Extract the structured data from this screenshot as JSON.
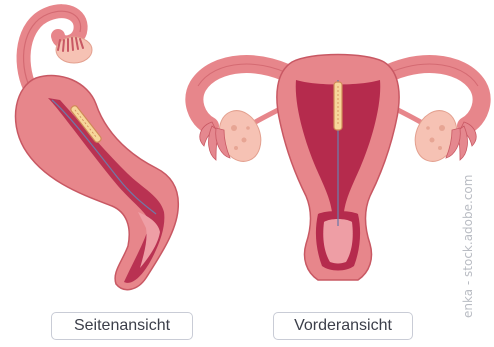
{
  "figure": {
    "labels": {
      "side_view": "Seitenansicht",
      "front_view": "Vorderansicht"
    },
    "watermark": "enka - stock.adobe.com",
    "colors": {
      "uterus_outer": "#e7868b",
      "uterus_outline": "#c85863",
      "uterus_cavity": "#b52b4d",
      "cervix_light": "#ee9ea5",
      "ovary": "#f6c2b4",
      "fimbriae": "#e5888f",
      "iud_body": "#f7d69a",
      "iud_thread": "#6f7aa8",
      "label_border": "#c9ccd6",
      "label_text": "#3c3f4a",
      "watermark_text": "#b9bcc3"
    }
  }
}
